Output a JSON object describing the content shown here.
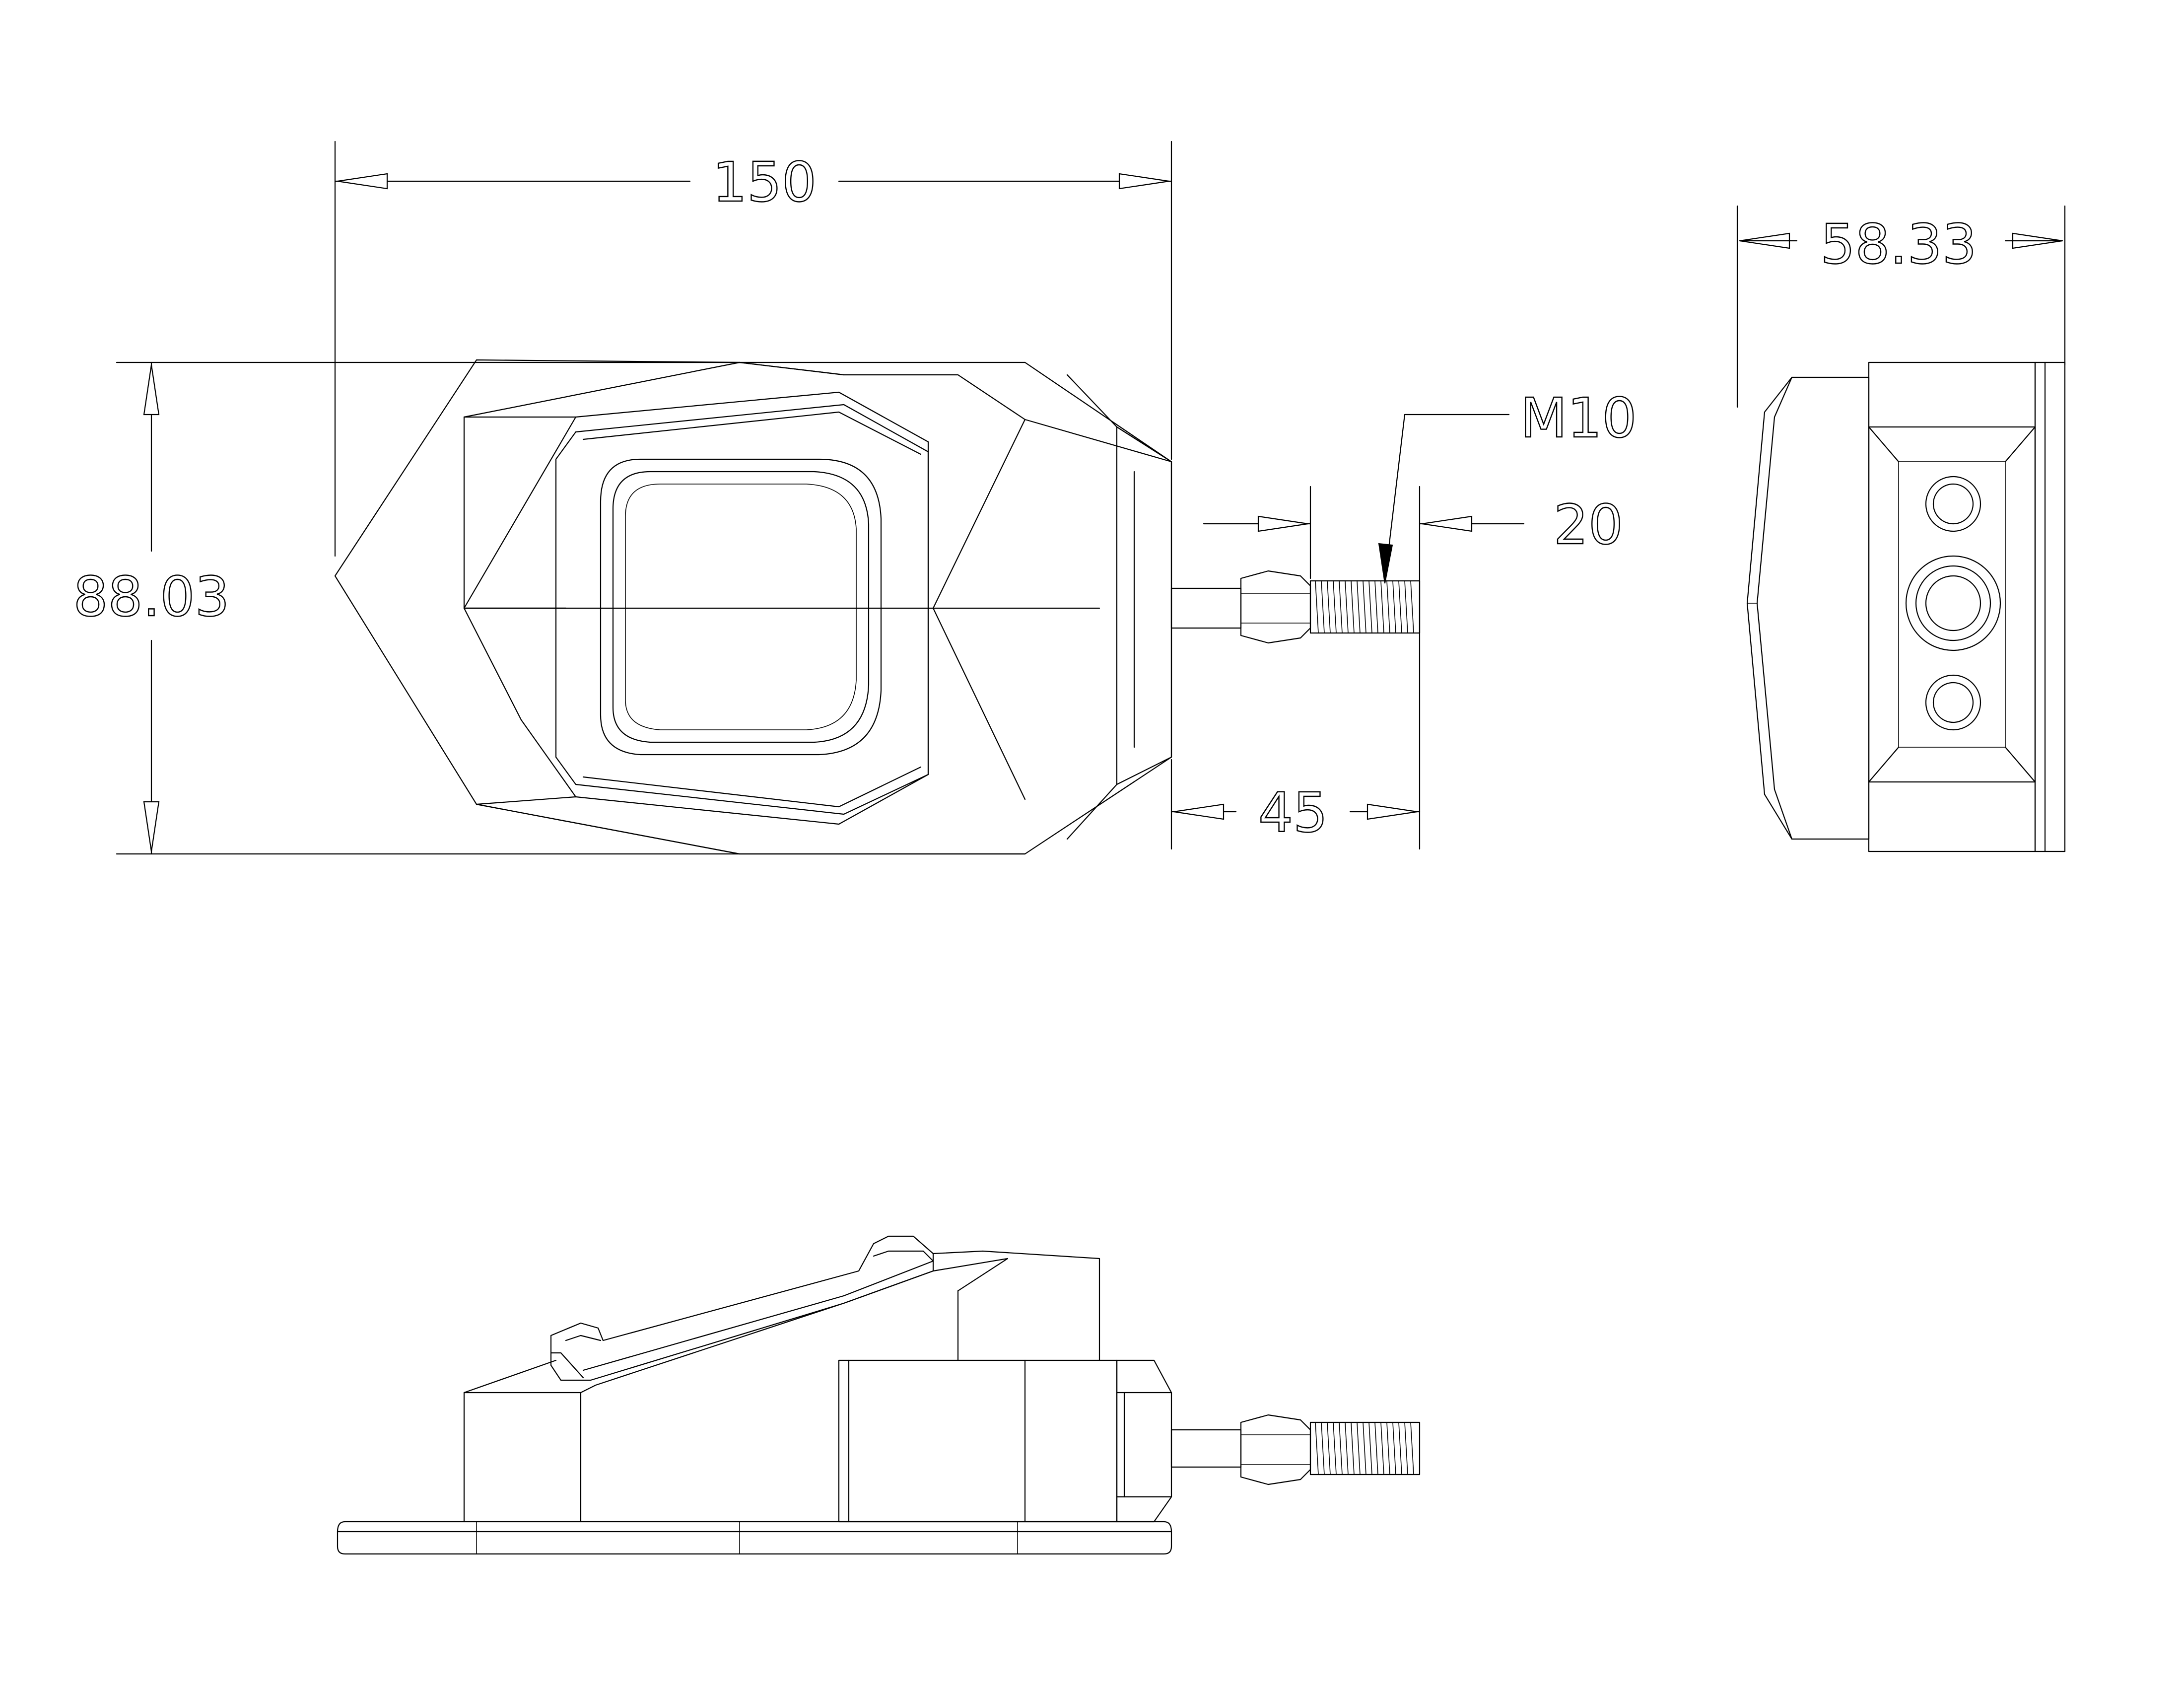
{
  "dimensions": {
    "width": "150",
    "height": "88.03",
    "depth": "58.33",
    "bolt_length": "45",
    "thread_length": "20",
    "thread_spec": "M10"
  }
}
